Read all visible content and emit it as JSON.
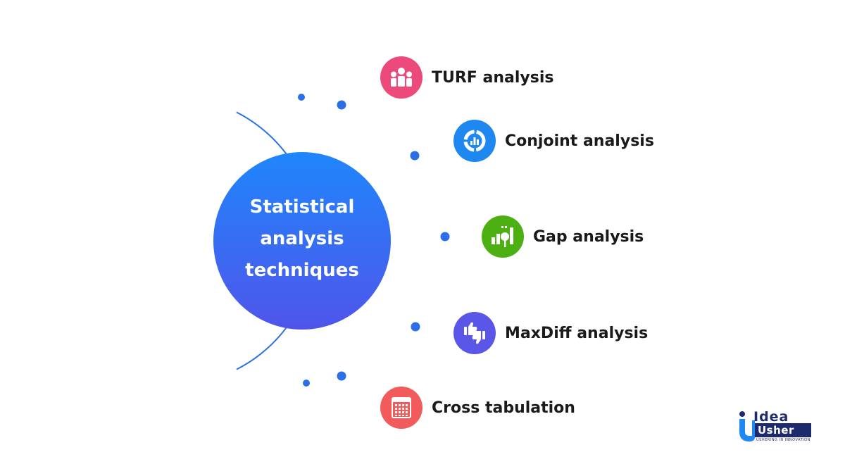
{
  "center": {
    "lines": [
      "Statistical",
      "analysis",
      "techniques"
    ],
    "gradient_top": "#1f86fc",
    "gradient_bottom": "#4f55ea"
  },
  "arc_color": "#2b6fe8",
  "techniques": [
    {
      "label": "TURF analysis",
      "icon": "people-group-icon",
      "color": "#ec4a7b"
    },
    {
      "label": "Conjoint analysis",
      "icon": "donut-chart-icon",
      "color": "#1f87f0"
    },
    {
      "label": "Gap analysis",
      "icon": "bar-chart-magnifier-icon",
      "color": "#4caf12"
    },
    {
      "label": "MaxDiff analysis",
      "icon": "thumbs-up-down-icon",
      "color": "#5a57e8"
    },
    {
      "label": "Cross tabulation",
      "icon": "table-grid-icon",
      "color": "#f25b5b"
    }
  ],
  "logo": {
    "line1": "Idea",
    "line2": "Usher",
    "tagline": "USHERING IN INNOVATION",
    "color": "#1e2a6e",
    "accent": "#1e88f5"
  }
}
